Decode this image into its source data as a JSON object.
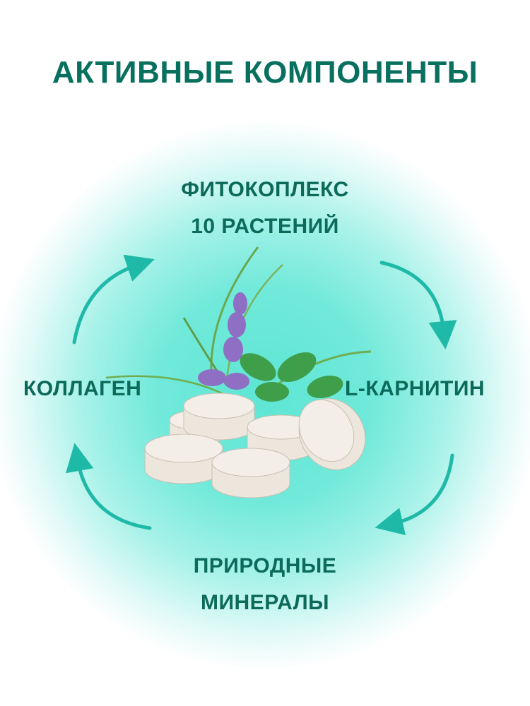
{
  "title": "АКТИВНЫЕ КОМПОНЕНТЫ",
  "components": {
    "top_line1": "ФИТОКОПЛЕКС",
    "top_line2": "10 РАСТЕНИЙ",
    "right": "L-КАРНИТИН",
    "bottom_line1": "ПРИРОДНЫЕ",
    "bottom_line2": "МИНЕРАЛЫ",
    "left": "КОЛЛАГЕН"
  },
  "colors": {
    "text": "#0b6a5a",
    "accent": "#1fb9a8",
    "glow": "#5ee6d4"
  }
}
